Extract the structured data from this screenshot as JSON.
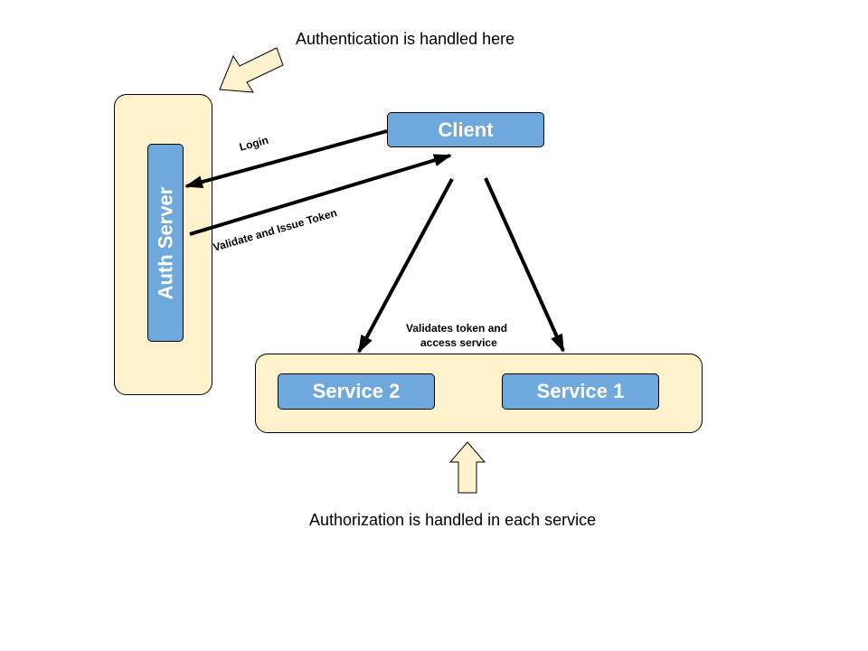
{
  "diagram": {
    "nodes": {
      "client": "Client",
      "auth_server": "Auth Server",
      "service_2": "Service 2",
      "service_1": "Service 1"
    },
    "edges": {
      "login": "Login",
      "validate_issue": "Validate and Issue Token",
      "validates_line1": "Validates token and",
      "validates_line2": "access service"
    },
    "captions": {
      "authentication": "Authentication is handled here",
      "authorization": "Authorization is handled in each service"
    },
    "colors": {
      "node_fill": "#6fa8dc",
      "container_fill": "#fff2cc",
      "stroke": "#000000"
    }
  }
}
